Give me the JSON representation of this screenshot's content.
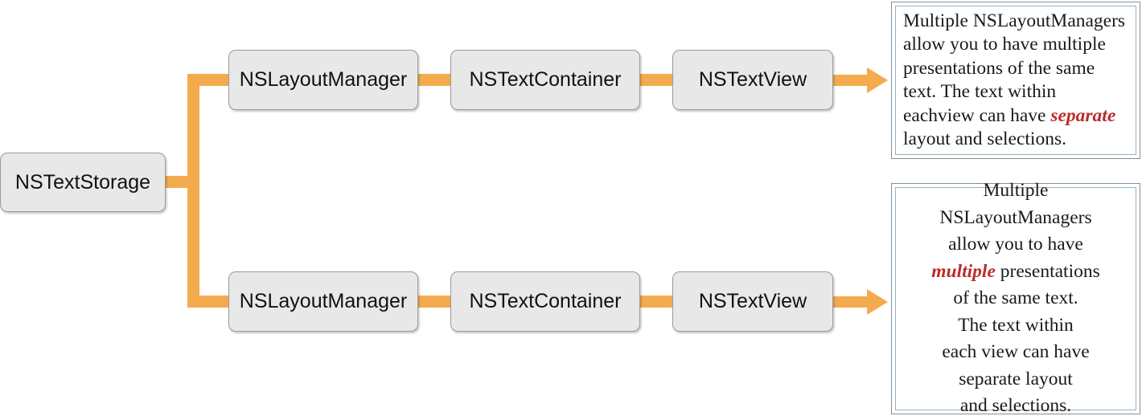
{
  "diagram": {
    "title": "NSTextStorage text system architecture",
    "colors": {
      "connector_orange": "#f4ab4e",
      "node_fill": "#e8e8e8",
      "node_border": "#9a9a9a",
      "panel_outer_border": "#8c8c8c",
      "panel_inner_border": "#8fb4cc",
      "emphasis_red": "#b92c2c",
      "background": "#ffffff"
    },
    "root_node": {
      "label": "NSTextStorage"
    },
    "rows": [
      {
        "nodes": [
          {
            "label": "NSLayoutManager"
          },
          {
            "label": "NSTextContainer"
          },
          {
            "label": "NSTextView"
          }
        ],
        "arrow": "block-arrow-right",
        "panel": {
          "alignment": "left",
          "lines": [
            {
              "parts": [
                {
                  "text": "Multiple NSLayoutManagers",
                  "emphasis": false
                }
              ]
            },
            {
              "parts": [
                {
                  "text": "allow you to have multiple",
                  "emphasis": false
                }
              ]
            },
            {
              "parts": [
                {
                  "text": "presentations of the same",
                  "emphasis": false
                }
              ]
            },
            {
              "parts": [
                {
                  "text": "text. The text within",
                  "emphasis": false
                }
              ]
            },
            {
              "parts": [
                {
                  "text": "eachview can have ",
                  "emphasis": false
                },
                {
                  "text": "separate",
                  "emphasis": true
                }
              ]
            },
            {
              "parts": [
                {
                  "text": "layout and selections.",
                  "emphasis": false
                }
              ]
            }
          ]
        }
      },
      {
        "nodes": [
          {
            "label": "NSLayoutManager"
          },
          {
            "label": "NSTextContainer"
          },
          {
            "label": "NSTextView"
          }
        ],
        "arrow": "block-arrow-right",
        "panel": {
          "alignment": "center",
          "lines": [
            {
              "parts": [
                {
                  "text": "Multiple",
                  "emphasis": false
                }
              ]
            },
            {
              "parts": [
                {
                  "text": "NSLayoutManagers",
                  "emphasis": false
                }
              ]
            },
            {
              "parts": [
                {
                  "text": "allow you to have",
                  "emphasis": false
                }
              ]
            },
            {
              "parts": [
                {
                  "text": "multiple",
                  "emphasis": true
                },
                {
                  "text": " presentations",
                  "emphasis": false
                }
              ]
            },
            {
              "parts": [
                {
                  "text": "of the same text.",
                  "emphasis": false
                }
              ]
            },
            {
              "parts": [
                {
                  "text": "The text within",
                  "emphasis": false
                }
              ]
            },
            {
              "parts": [
                {
                  "text": "each view can have",
                  "emphasis": false
                }
              ]
            },
            {
              "parts": [
                {
                  "text": "separate layout",
                  "emphasis": false
                }
              ]
            },
            {
              "parts": [
                {
                  "text": "and selections.",
                  "emphasis": false
                }
              ]
            }
          ]
        }
      }
    ]
  }
}
